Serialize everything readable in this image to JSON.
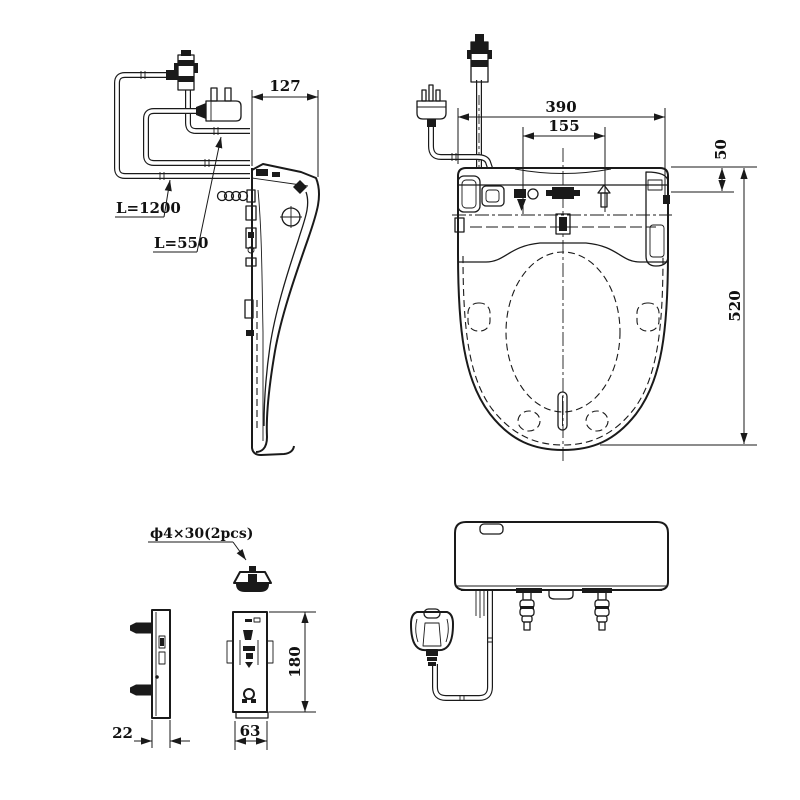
{
  "drawing": {
    "background": "#ffffff",
    "line_color": "#1a1a1a",
    "side": {
      "dim_offset": "127",
      "cord_label": "L=1200",
      "hose_label": "L=550"
    },
    "top": {
      "width": "390",
      "mount_span": "155",
      "tank_depth": "50",
      "total_depth": "520"
    },
    "bracket": {
      "screw_label": "ϕ4×30(2pcs)",
      "height": "180",
      "side_width": "22",
      "front_width": "63"
    }
  }
}
